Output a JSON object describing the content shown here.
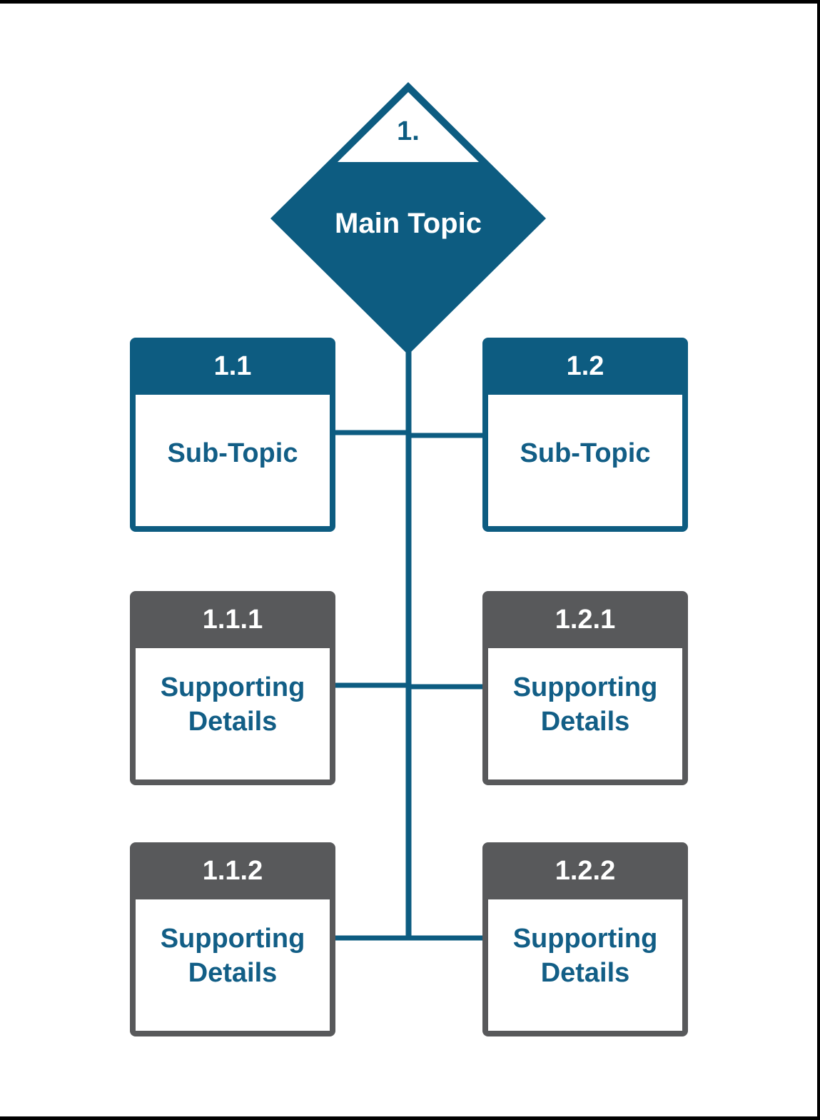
{
  "colors": {
    "primary_blue": "#0d5c81",
    "detail_gray": "#58595b",
    "label_text_blue": "#125e86",
    "node_body_white": "#ffffff",
    "frame_black": "#000000"
  },
  "root": {
    "number": "1.",
    "label": "Main Topic"
  },
  "nodes": [
    {
      "number": "1.1",
      "label": "Sub-Topic"
    },
    {
      "number": "1.2",
      "label": "Sub-Topic"
    },
    {
      "number": "1.1.1",
      "label": "Supporting Details"
    },
    {
      "number": "1.2.1",
      "label": "Supporting Details"
    },
    {
      "number": "1.1.2",
      "label": "Supporting Details"
    },
    {
      "number": "1.2.2",
      "label": "Supporting Details"
    }
  ]
}
